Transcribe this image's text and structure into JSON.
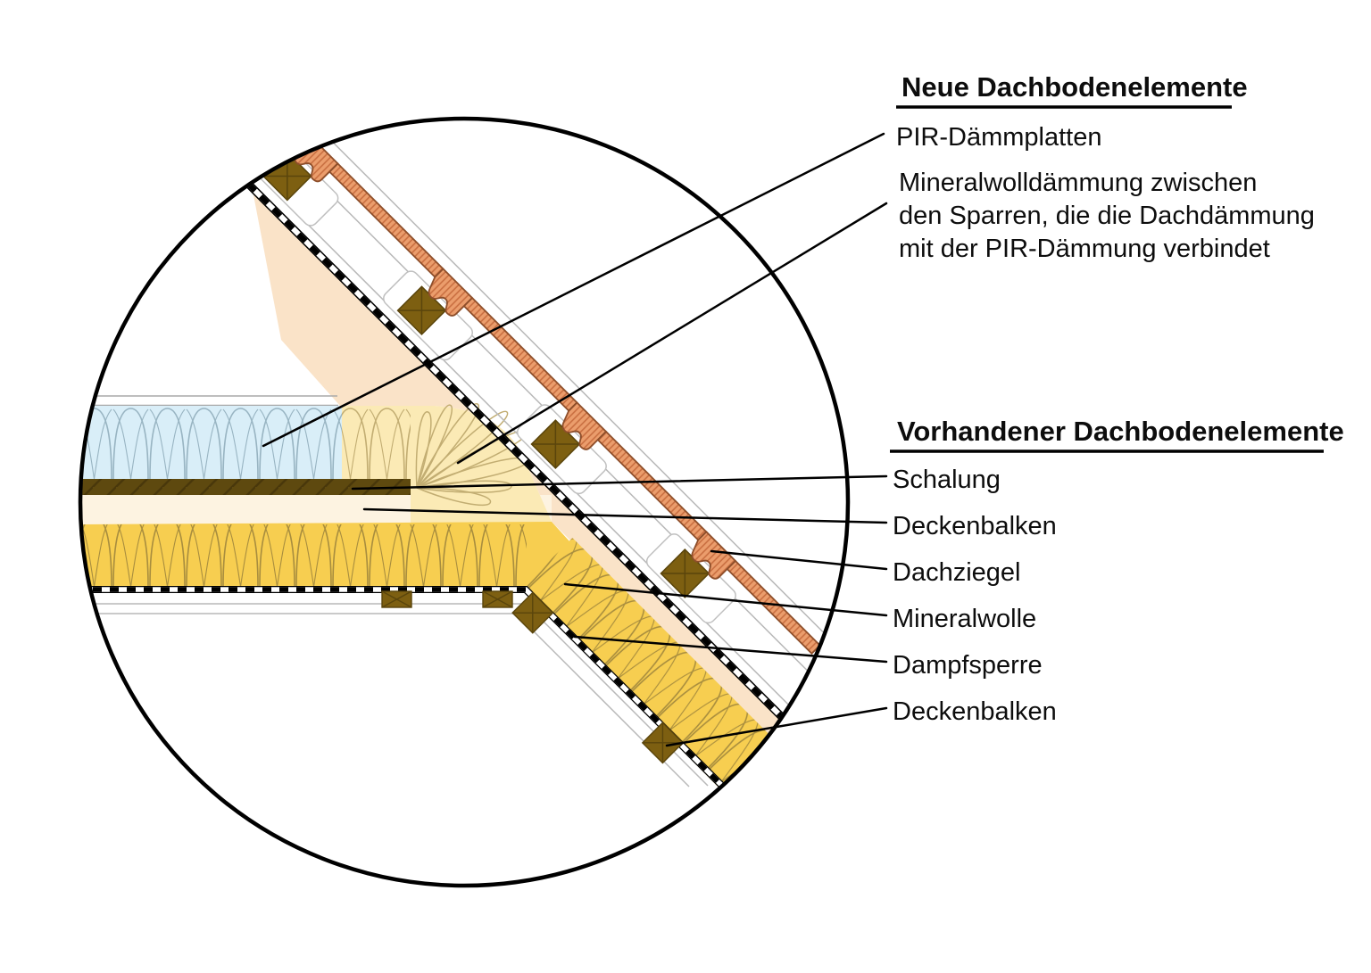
{
  "diagram": {
    "kind": "roof-attic-insulation-cross-section",
    "annotations": {
      "new": {
        "title": "Neue Dachbodenelemente",
        "items": [
          {
            "text": "PIR-Dämmplatten"
          },
          {
            "lines": [
              "Mineralwolldämmung zwischen",
              "den Sparren, die die Dachdämmung",
              "mit der PIR-Dämmung verbindet"
            ]
          }
        ]
      },
      "existing": {
        "title": "Vorhandener Dachbodenelemente",
        "items": [
          "Schalung",
          "Deckenbalken",
          "Dachziegel",
          "Mineralwolle",
          "Dampfsperre",
          "Deckenbalken"
        ]
      }
    },
    "colors": {
      "pir_insulation": "#d9eef8",
      "pir_loop_stroke": "#98b4c2",
      "mineral_wool_connector": "#fbeab5",
      "connector_loop_stroke": "#c2ad72",
      "mineral_wool_existing": "#f7ce50",
      "gold_loop_stroke": "#a88d3e",
      "rafter_wood": "#fae3c8",
      "ceiling_joist_zone": "#fdf3e1",
      "sheathing_board": "#5e490f",
      "batten_wood": "#7d5f11",
      "roof_tile": "#eb9d6c",
      "tile_hatch": "#c96f41",
      "tile_outline": "#8d4e2a",
      "line_black": "#000000",
      "line_grey": "#b8b8b8"
    }
  }
}
